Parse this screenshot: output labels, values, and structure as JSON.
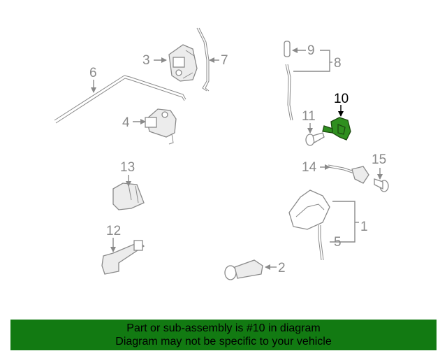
{
  "diagram": {
    "highlighted_part": "10",
    "highlight_color": "#2f8f1f",
    "callouts": {
      "c1": "1",
      "c2": "2",
      "c3": "3",
      "c4": "4",
      "c5": "5",
      "c6": "6",
      "c7": "7",
      "c8": "8",
      "c9": "9",
      "c10": "10",
      "c11": "11",
      "c12": "12",
      "c13": "13",
      "c14": "14",
      "c15": "15"
    }
  },
  "banner": {
    "line1": "Part or sub-assembly is #10 in diagram",
    "line2": "Diagram may not be specific to your vehicle",
    "background_color": "#127a12"
  }
}
